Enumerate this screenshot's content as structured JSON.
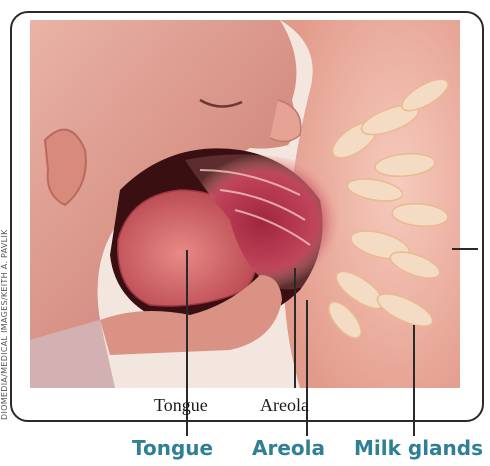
{
  "credit": "DIOMEDIA/MEDICAL IMAGES/KEITH A. PAVLIK",
  "inner_labels": {
    "tongue": "Tongue",
    "areola": "Areola"
  },
  "outer_labels": {
    "tongue": "Tongue",
    "areola": "Areola",
    "milk_glands": "Milk glands"
  },
  "colors": {
    "label_accent": "#2f7f97",
    "skin": "#e8a99a",
    "breast": "#f0b7a8",
    "areola": "#b8324a",
    "glands": "#f3d7c0",
    "tongue": "#d9696d"
  }
}
